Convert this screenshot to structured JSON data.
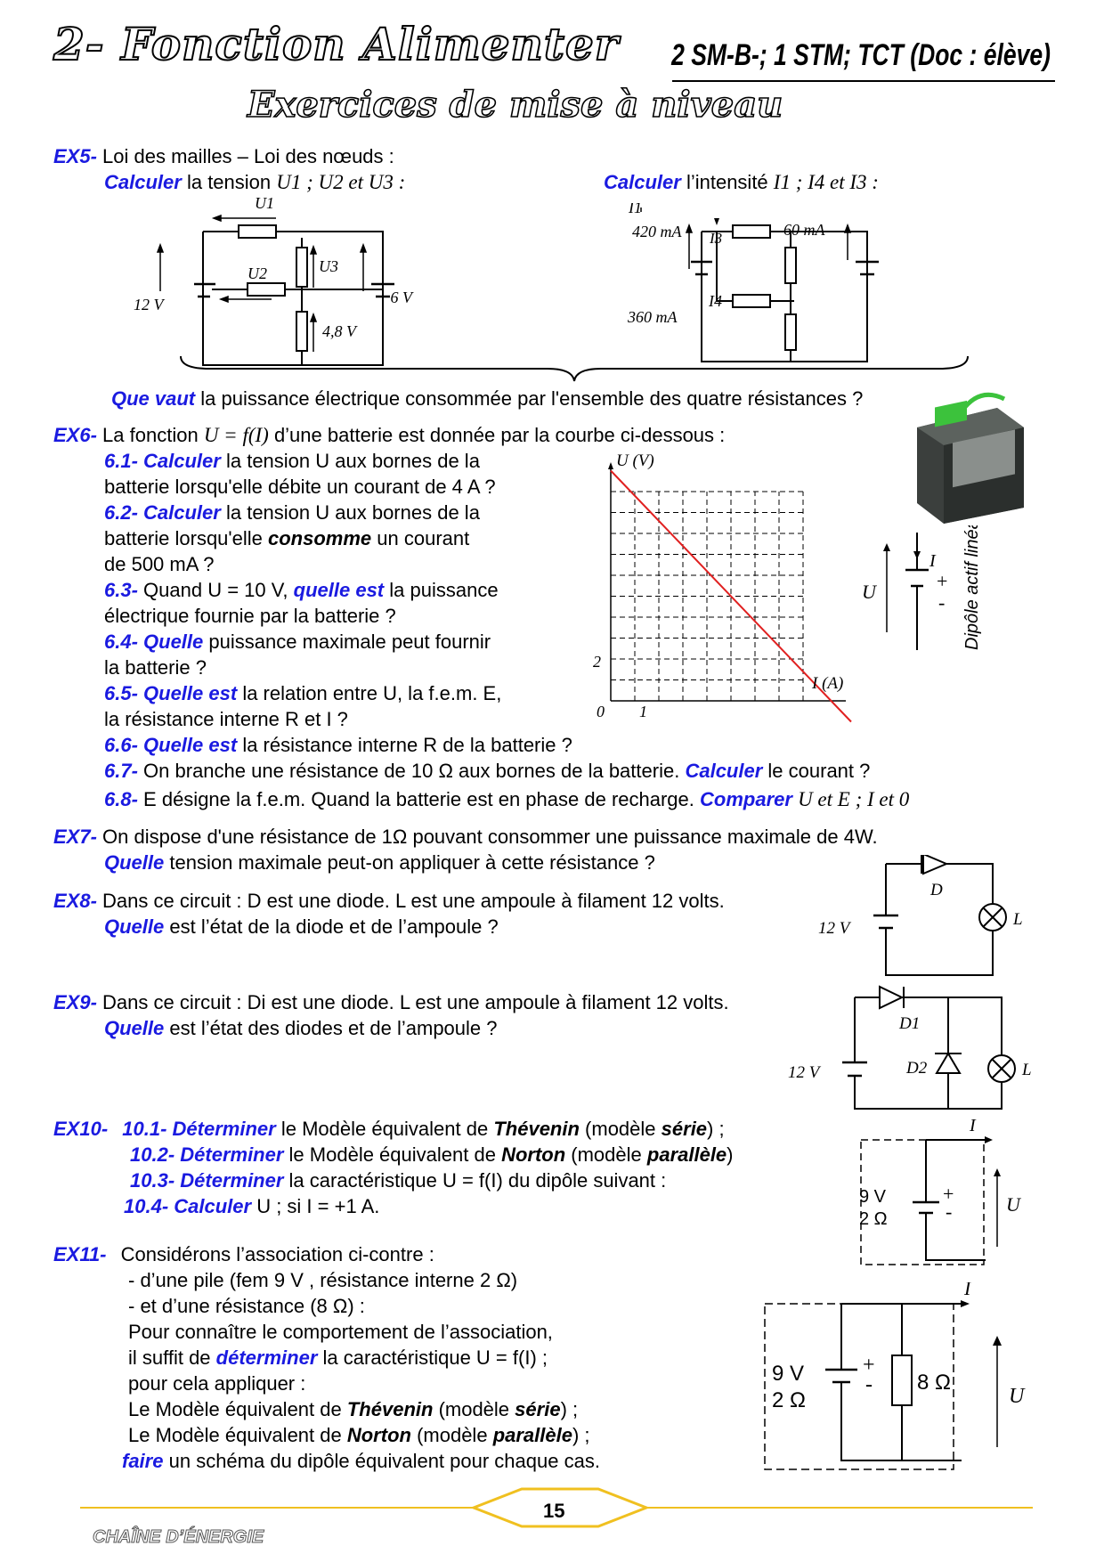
{
  "header": {
    "title": "2- Fonction Alimenter",
    "classes": "2 SM-B-; 1 STM; TCT (Doc : élève)",
    "subtitle": "Exercices de mise à niveau"
  },
  "ex5": {
    "label": "EX5-",
    "title": "Loi des mailles – Loi des nœuds :",
    "calc_u_verb": "Calculer",
    "calc_u_text": "la tension",
    "calc_u_vars": "U1 ; U2 et U3 :",
    "calc_i_verb": "Calculer",
    "calc_i_text": "l’intensité",
    "calc_i_vars": "I1 ; I4 et I3 :",
    "q_verb": "Que vaut",
    "q_text": "la puissance électrique consommée par l'ensemble des quatre résistances ?",
    "c1": {
      "u1": "U1",
      "u2": "U2",
      "u3": "U3",
      "v12": "12 V",
      "v6": "6 V",
      "v48": "4,8 V"
    },
    "c2": {
      "i1": "I1",
      "i3": "I3",
      "i4": "I4",
      "a420": "420 mA",
      "a60": "60 mA",
      "a360": "360 mA"
    }
  },
  "ex6": {
    "label": "EX6-",
    "intro_a": "La fonction",
    "intro_b": "U = f(I)",
    "intro_c": "d’une batterie est donnée par la courbe ci-dessous :",
    "q61_num": "6.1- Calculer",
    "q61_a": "la tension U aux bornes de la",
    "q61_b": "batterie lorsqu'elle débite un courant de 4 A ?",
    "q62_num": "6.2- Calculer",
    "q62_a": "la tension U aux bornes de la",
    "q62_b1": "batterie lorsqu'elle",
    "q62_b2": "consomme",
    "q62_b3": "un courant",
    "q62_c": "de 500 mA ?",
    "q63_num": "6.3-",
    "q63_a": "Quand U = 10 V,",
    "q63_verb": "quelle est",
    "q63_b": "la puissance",
    "q63_c": "électrique fournie par la batterie ?",
    "q64_num": "6.4- Quelle",
    "q64_a": "puissance maximale peut fournir",
    "q64_b": "la batterie ?",
    "q65_num": "6.5- Quelle est",
    "q65_a": "la relation entre U, la f.e.m. E,",
    "q65_b": "la résistance interne R et I ?",
    "q66_num": "6.6- Quelle est",
    "q66_a": "la résistance interne R de la batterie ?",
    "q67_num": "6.7-",
    "q67_a": "On branche une résistance de 10 Ω aux bornes de la batterie.",
    "q67_verb": "Calculer",
    "q67_b": "le courant ?",
    "q68_num": "6.8-",
    "q68_a": "E désigne la f.e.m. Quand la batterie est en phase de recharge.",
    "q68_verb": "Comparer",
    "q68_b": "U et E ; I et 0",
    "dipole_label": "Dipôle actif linéaire",
    "dipole_u": "U",
    "dipole_i": "I",
    "plus": "+",
    "minus": "-"
  },
  "chart_data": {
    "type": "line",
    "title": "",
    "xlabel": "I (A)",
    "ylabel": "U (V)",
    "x_ticks": [
      "0",
      "1"
    ],
    "y_ticks": [
      "2"
    ],
    "xlim": [
      0,
      10
    ],
    "ylim": [
      0,
      11
    ],
    "grid": true,
    "series": [
      {
        "x": [
          0,
          10
        ],
        "y": [
          11,
          -1
        ]
      }
    ]
  },
  "ex7": {
    "label": "EX7-",
    "line1": "On dispose d'une résistance de 1Ω pouvant consommer une puissance maximale de 4W.",
    "verb": "Quelle",
    "line2": "tension maximale peut-on appliquer à cette résistance ?"
  },
  "ex8": {
    "label": "EX8-",
    "line1": "Dans ce circuit : D est une diode. L est une ampoule à filament 12 volts.",
    "verb": "Quelle",
    "line2": "est l’état de la diode et de l’ampoule ?",
    "c_v": "12 V",
    "c_d": "D",
    "c_l": "L"
  },
  "ex9": {
    "label": "EX9-",
    "line1": "Dans ce circuit : Di est une diode. L est une ampoule à filament 12 volts.",
    "verb": "Quelle",
    "line2": "est l’état des diodes et de l’ampoule ?",
    "c_v": "12 V",
    "c_d1": "D1",
    "c_d2": "D2",
    "c_l": "L"
  },
  "ex10": {
    "label": "EX10-",
    "q1_num": "10.1- Déterminer",
    "q1_a": "le Modèle équivalent de",
    "q1_b": "Thévenin",
    "q1_c": "(modèle",
    "q1_d": "série",
    "q1_e": ") ;",
    "q2_num": "10.2- Déterminer",
    "q2_a": "le Modèle équivalent de",
    "q2_b": "Norton",
    "q2_c": "(modèle",
    "q2_d": "parallèle",
    "q2_e": ")",
    "q3_num": "10.3- Déterminer",
    "q3_a": "la caractéristique U = f(I) du dipôle suivant :",
    "q4_num": "10.4- Calculer",
    "q4_a": "U ; si I = +1 A.",
    "c_v": "9 V",
    "c_r": "2 Ω",
    "c_u": "U",
    "c_i": "I"
  },
  "ex11": {
    "label": "EX11-",
    "l1": "Considérons l’association ci-contre :",
    "l2": "- d’une pile (fem 9 V , résistance interne 2 Ω)",
    "l3": "- et d’une résistance (8 Ω) :",
    "l4": "Pour connaître le comportement de l’association,",
    "l5a": "il suffit de",
    "l5b": "déterminer",
    "l5c": "la caractéristique U = f(I) ;",
    "l6": "pour cela appliquer :",
    "l7a": "Le Modèle équivalent de",
    "l7b": "Thévenin",
    "l7c": "(modèle",
    "l7d": "série",
    "l7e": ") ;",
    "l8a": "Le Modèle équivalent de",
    "l8b": "Norton",
    "l8c": "(modèle",
    "l8d": "parallèle",
    "l8e": ") ;",
    "l9a": "faire",
    "l9b": "un schéma du dipôle équivalent pour chaque cas.",
    "c_v": "9 V",
    "c_r": "2 Ω",
    "c_r8": "8 Ω",
    "c_u": "U",
    "c_i": "I"
  },
  "footer": {
    "page": "15",
    "label": "CHAÎNE D’ÉNERGIE"
  }
}
